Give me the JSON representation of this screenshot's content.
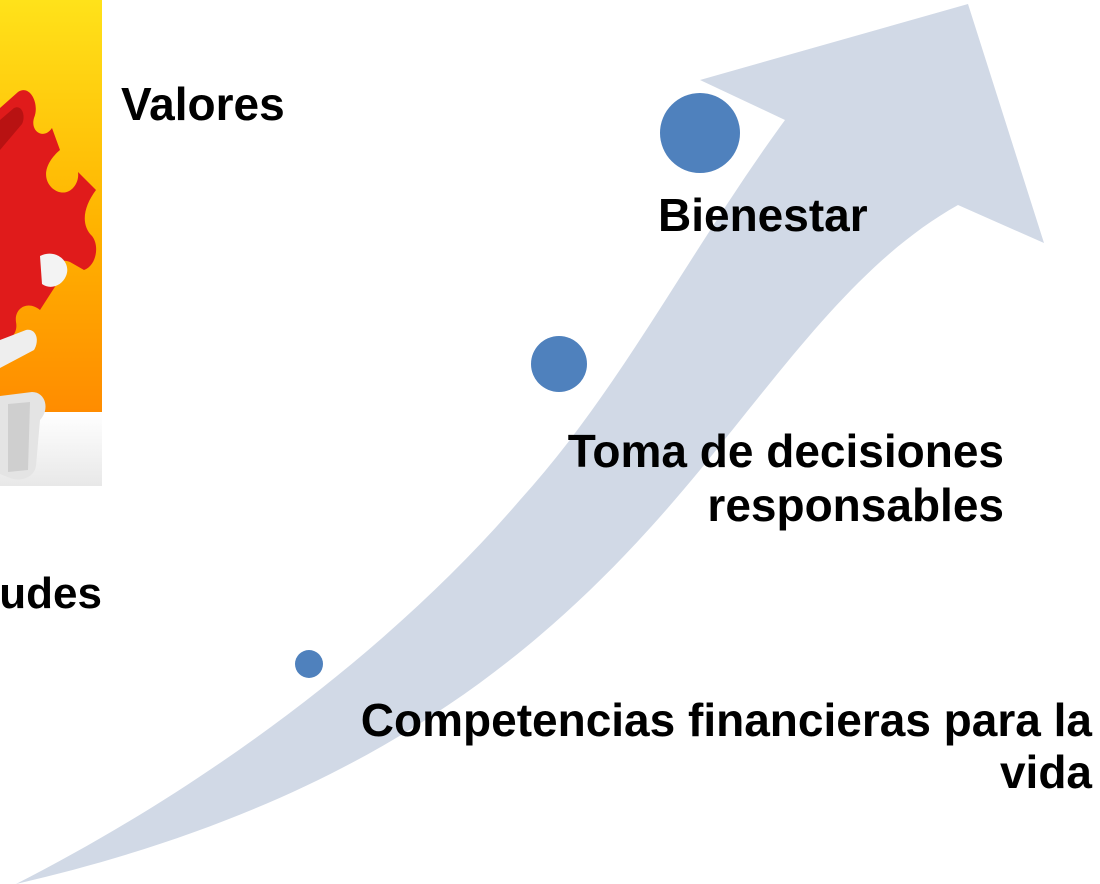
{
  "colors": {
    "arrow": "#d1d9e6",
    "milestone": "#4f81bd",
    "text": "#000000",
    "puzzle_background_top": "#ffd700",
    "puzzle_background_bottom": "#ff8c00",
    "puzzle_piece": "#e01b1b"
  },
  "images": {
    "puzzle_icon": "red-puzzle-piece-figure"
  },
  "labels": {
    "valores": "Valores",
    "actitudes": "Actitudes",
    "bienestar": "Bienestar",
    "toma_line1": "Toma de decisiones",
    "toma_line2": "responsables",
    "competencias_line1": "Competencias financieras para la",
    "competencias_line2": "vida"
  }
}
